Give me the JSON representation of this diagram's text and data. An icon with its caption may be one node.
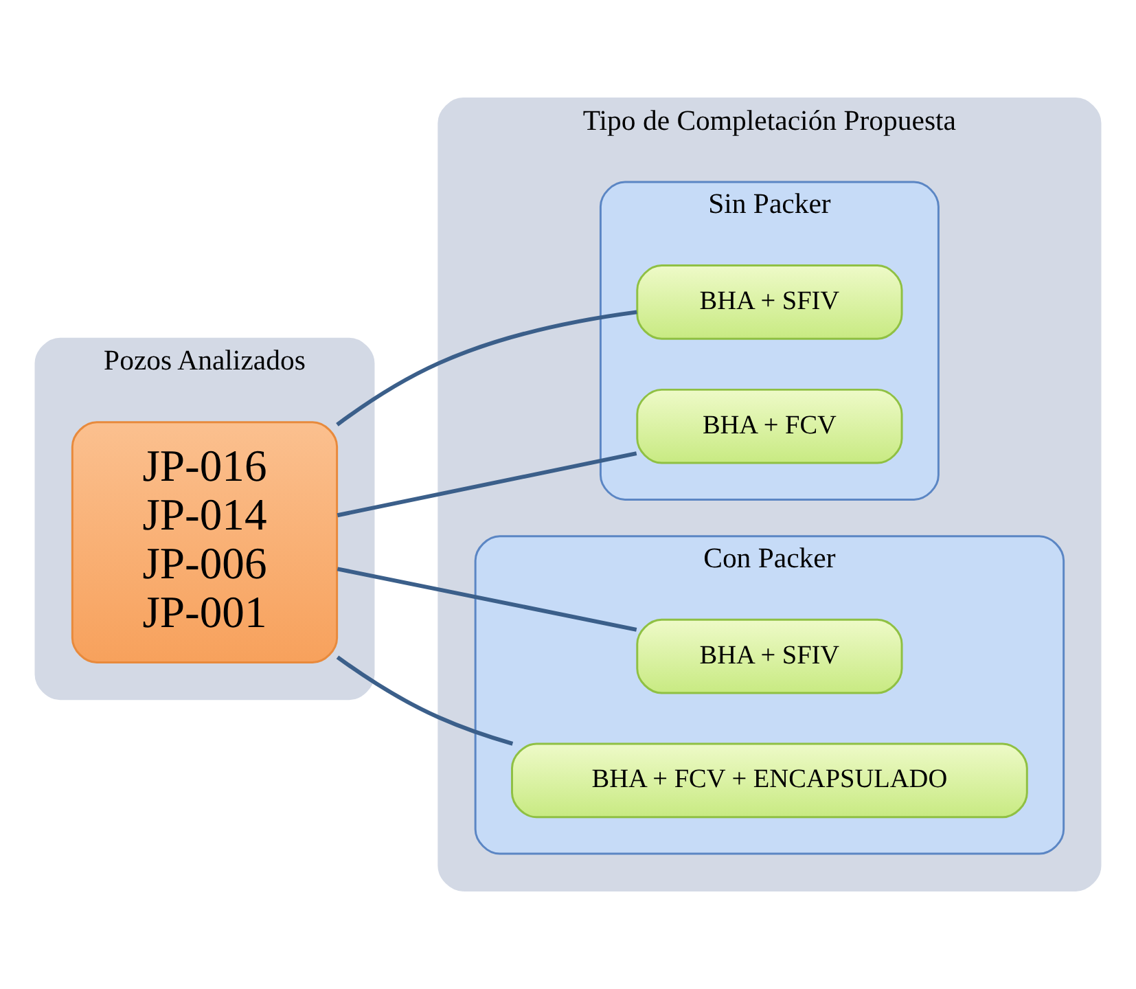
{
  "diagram": {
    "nodes": [
      {
        "text": [
          "Pozos Analizados"
        ]
      },
      {
        "text": [
          "JP-016",
          "JP-014",
          "JP-006",
          "JP-001"
        ],
        "in": 0
      },
      {
        "text": [
          "Tipo de Completación Propuesta"
        ]
      },
      {
        "text": [
          "Sin Packer"
        ],
        "in": 2
      },
      {
        "text": [
          "BHA + SFIV"
        ],
        "in": 3
      },
      {
        "text": [
          "BHA + FCV"
        ],
        "in": 3
      },
      {
        "text": [
          "Con Packer"
        ],
        "in": 2
      },
      {
        "text": [
          "BHA + SFIV"
        ],
        "in": 6
      },
      {
        "text": [
          "BHA + FCV + ENCAPSULADO"
        ],
        "in": 6
      }
    ],
    "edges": [
      {
        "from": 1,
        "to": 4,
        "arrow": "none"
      },
      {
        "from": 1,
        "to": 5,
        "arrow": "none"
      },
      {
        "from": 1,
        "to": 7,
        "arrow": "none"
      },
      {
        "from": 1,
        "to": 8,
        "arrow": "none"
      }
    ]
  }
}
